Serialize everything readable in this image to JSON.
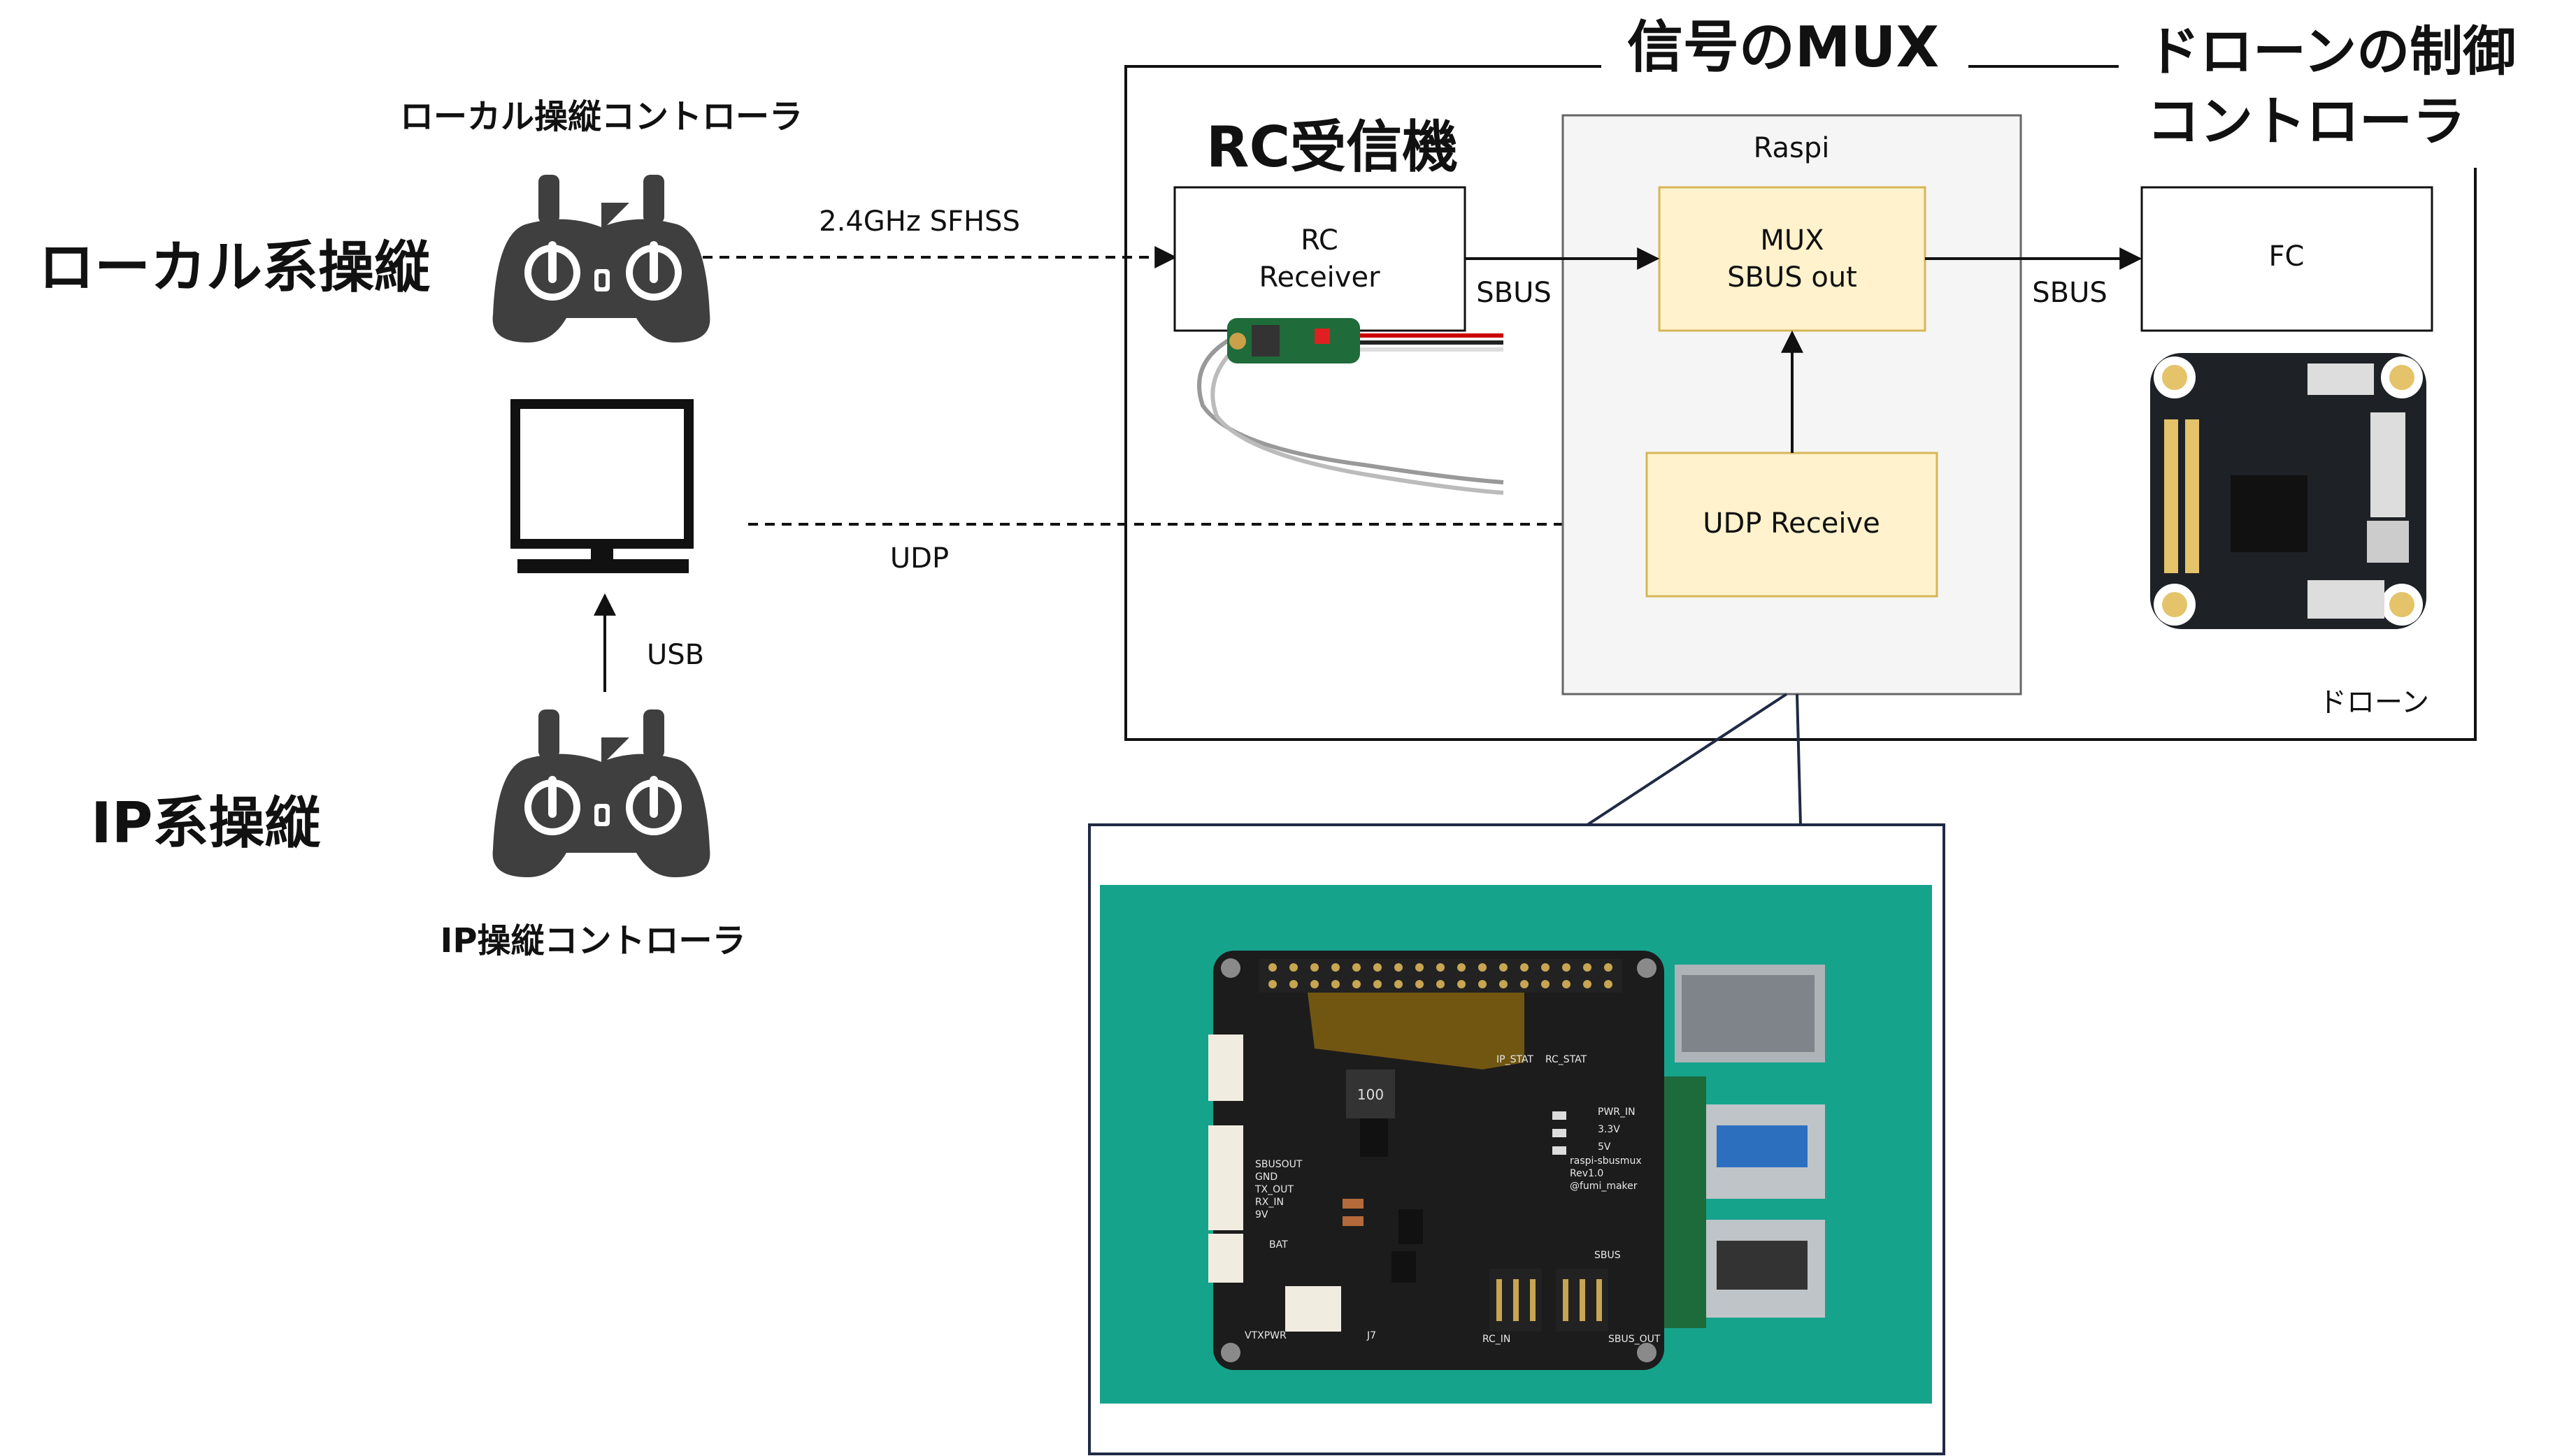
{
  "labels": {
    "local_controller_title": "ローカル操縦コントローラ",
    "local_system": "ローカル系操縦",
    "ip_system": "IP系操縦",
    "ip_controller_title": "IP操縦コントローラ",
    "rc_receiver_heading": "RC受信機",
    "mux_heading": "信号のMUX",
    "fc_heading_line1": "ドローンの制御",
    "fc_heading_line2": "コントローラ",
    "raspi": "Raspi",
    "drone": "ドローン"
  },
  "boxes": {
    "rc_receiver_line1": "RC",
    "rc_receiver_line2": "Receiver",
    "mux_line1": "MUX",
    "mux_line2": "SBUS out",
    "udp_receive": "UDP Receive",
    "fc": "FC"
  },
  "edges": {
    "radio": "2.4GHz SFHSS",
    "udp": "UDP",
    "usb": "USB",
    "sbus_1": "SBUS",
    "sbus_2": "SBUS"
  },
  "photos": {
    "inductor_marking": "100",
    "board_name": "raspi-sbusmux",
    "board_rev": "Rev1.0",
    "board_author": "@fumi_maker",
    "pwr_in": "PWR_IN",
    "v33": "3.3V",
    "v5": "5V",
    "ip_stat": "IP_STAT",
    "rc_stat": "RC_STAT",
    "sbusout": "SBUSOUT",
    "gnd": "GND",
    "tx_out": "TX_OUT",
    "rx_in": "RX_IN",
    "v9": "9V",
    "bat": "BAT",
    "vtxpwr": "VTXPWR",
    "j7": "J7",
    "rc_in": "RC_IN",
    "sbus_out": "SBUS_OUT",
    "sbus_pin": "SBUS"
  },
  "colors": {
    "node_fill_yellow": "#fff2cc",
    "node_stroke_yellow": "#d6b656",
    "raspi_fill": "#f5f5f5",
    "photo_bg_green": "#16a38c",
    "pcb_black": "#1c1c1c",
    "icon_gray": "#3f3f3f"
  }
}
